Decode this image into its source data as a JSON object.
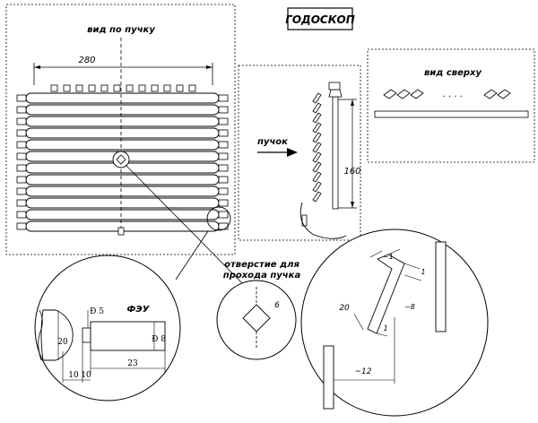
{
  "title": "ГОДОСКОП",
  "labels": {
    "beam_view": "вид по пучку",
    "top_view": "вид сверху",
    "beam": "пучок",
    "hole_line1": "отверстие для",
    "hole_line2": "прохода пучка",
    "pmt": "ФЭУ",
    "dots": ". . . ."
  },
  "dimensions": {
    "width_280": "280",
    "height_160": "160",
    "hole_6": "6",
    "pmt_d5": "Ð 5",
    "pmt_d8": "Ð 8",
    "pmt_20": "20",
    "pmt_10a": "10",
    "pmt_10b": "10",
    "pmt_23": "23",
    "det_1a": "~1",
    "det_1b": "1",
    "det_8": "~8",
    "det_20": "20",
    "det_1c": "1",
    "det_12": "~12"
  }
}
